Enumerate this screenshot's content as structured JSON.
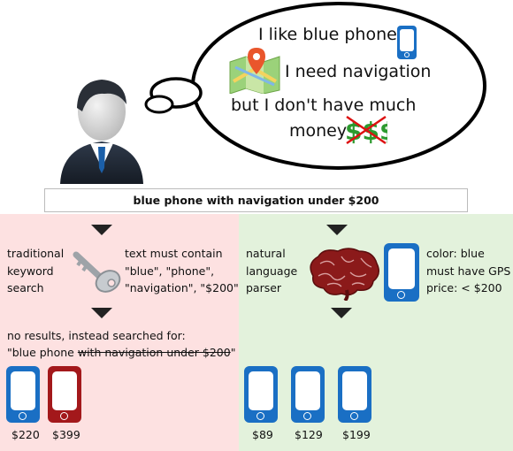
{
  "thought": {
    "line1": "I like blue phones",
    "line2": "I need navigation",
    "line3": "but I don't have much",
    "line4": "money"
  },
  "query": "blue phone with navigation under $200",
  "left_panel": {
    "label_lines": [
      "traditional",
      "keyword",
      "search"
    ],
    "requirement_lines": [
      "text must contain",
      "\"blue\", \"phone\",",
      "\"navigation\", \"$200\""
    ],
    "no_results": "no results, instead searched for:",
    "searched_plain": "\"blue phone",
    "searched_struck": "with navigation under $200",
    "searched_end": "\"",
    "results": [
      {
        "price": "$220",
        "color": "#1a6fc4"
      },
      {
        "price": "$399",
        "color": "#a3181b"
      }
    ]
  },
  "right_panel": {
    "label_lines": [
      "natural",
      "language",
      "parser"
    ],
    "constraint_lines": [
      "color: blue",
      "must have GPS",
      "price: < $200"
    ],
    "results": [
      {
        "price": "$89",
        "color": "#1a6fc4"
      },
      {
        "price": "$129",
        "color": "#1a6fc4"
      },
      {
        "price": "$199",
        "color": "#1a6fc4"
      }
    ]
  },
  "colors": {
    "left_bg": "#fde1e1",
    "right_bg": "#e3f2dc",
    "phone_blue": "#1a6fc4",
    "phone_red": "#a3181b"
  },
  "icons": [
    "user-icon",
    "thought-bubble-icon",
    "map-pin-icon",
    "crossed-dollar-icon",
    "key-icon",
    "brain-icon",
    "phone-icon"
  ]
}
